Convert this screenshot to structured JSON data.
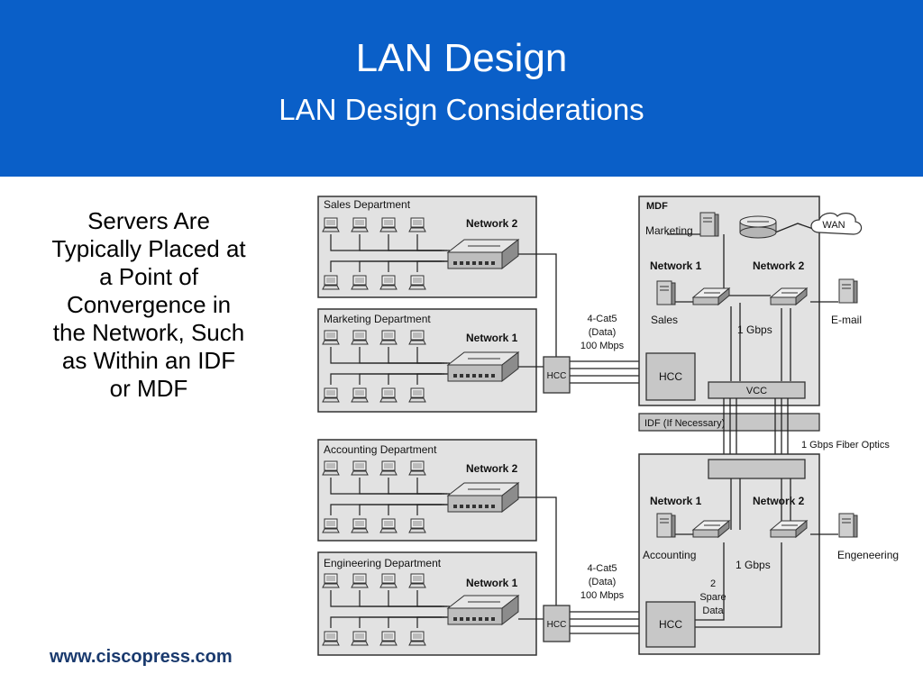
{
  "slide": {
    "title": "LAN Design",
    "subtitle": "LAN Design Considerations",
    "body": "Servers Are Typically Placed at a Point of Convergence in the Network, Such as Within an IDF or MDF",
    "footer": "www.ciscopress.com"
  },
  "colors": {
    "header_bg": "#0A5FC8",
    "panel_bg": "#E2E2E2",
    "block_bg": "#C7C7C7"
  },
  "diagram": {
    "departments": [
      {
        "name": "Sales Department",
        "network": "Network 2"
      },
      {
        "name": "Marketing Department",
        "network": "Network 1"
      },
      {
        "name": "Accounting Department",
        "network": "Network 2"
      },
      {
        "name": "Engineering Department",
        "network": "Network 1"
      }
    ],
    "link_label_top": [
      "4-Cat5",
      "(Data)",
      "100 Mbps"
    ],
    "link_label_bottom": [
      "4-Cat5",
      "(Data)",
      "100 Mbps"
    ],
    "hcc": "HCC",
    "vcc": "VCC",
    "mdf": {
      "title": "MDF",
      "marketing": "Marketing",
      "wan": "WAN",
      "network1": "Network 1",
      "network2": "Network 2",
      "sales": "Sales",
      "email": "E-mail",
      "gbps": "1 Gbps"
    },
    "idf_label": "IDF (If Necessary)",
    "fiber_label": "1 Gbps Fiber Optics",
    "idf2": {
      "network1": "Network 1",
      "network2": "Network 2",
      "accounting": "Accounting",
      "engineering": "Engeneering",
      "gbps": "1 Gbps",
      "spare": [
        "2",
        "Spare",
        "Data"
      ]
    }
  }
}
